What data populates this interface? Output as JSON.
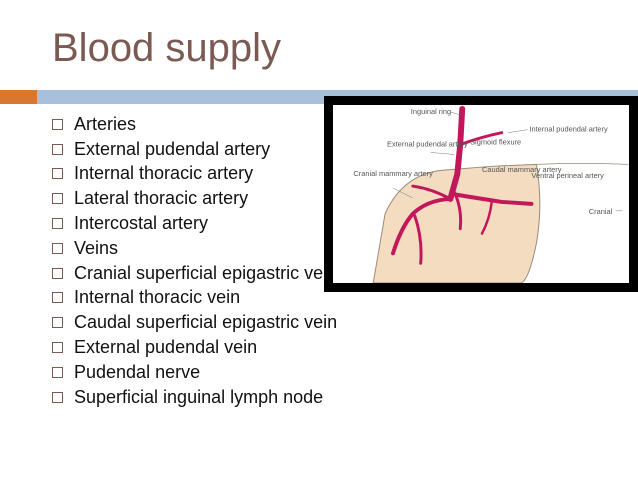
{
  "slide": {
    "title": "Blood supply",
    "bullets": [
      "Arteries",
      "External pudendal artery",
      "Internal thoracic artery",
      "Lateral thoracic artery",
      "Intercostal artery",
      "Veins",
      "Cranial superficial epigastric vein",
      "Internal thoracic vein",
      "Caudal superficial epigastric vein",
      "External pudendal vein",
      "Pudendal nerve",
      "Superficial inguinal lymph node"
    ]
  },
  "figure": {
    "labels": {
      "inguinal_ring": "Inguinal ring",
      "internal_pudendal_artery": "Internal pudendal artery",
      "external_pudendal_artery": "External pudendal artery",
      "sigmoid_flexure": "Sigmoid flexure",
      "cranial_mammary_artery": "Cranial mammary artery",
      "caudal_mammary_artery": "Caudal mammary artery",
      "ventral_perineal_artery": "Ventral perineal artery",
      "cranial": "Cranial"
    }
  },
  "colors": {
    "title": "#7a5a52",
    "accent_orange": "#d9772f",
    "accent_blue": "#a9c0dc",
    "vessel": "#c2185b",
    "udder": "#f3dcc0"
  }
}
